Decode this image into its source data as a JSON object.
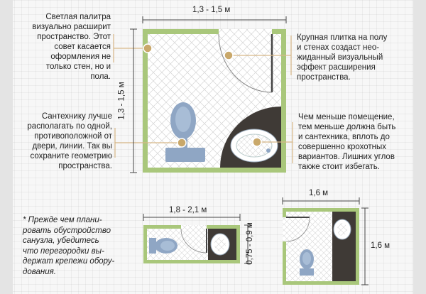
{
  "tips": {
    "palette": "Светлая палитра\nвизуально расширит\nпространство. Этот\nсовет касается\nоформления не\nтолько стен, но и\nпола.",
    "tiles": "Крупная плитка на полу\nи стенах создаст нео-\nжиданный визуальный\nэффект расширения\nпространства.",
    "fixtures": "Сантехнику лучше\nрасполагать по одной,\nпротивоположной от\nдвери, линии. Так вы\nсохраните геометрию\nпространства.",
    "smaller": "Чем меньше помещение,\nтем меньше должна быть\nи сантехника, вплоть до\nсовершенно крохотных\nвариантов. Лишних углов\nтакже стоит избегать."
  },
  "note": "* Прежде чем плани-\nровать обустройство\nсанузла, убедитесь\nчто перегородки вы-\nдержат крепежи обору-\nдования.",
  "dimensions": {
    "main_width": "1,3 - 1,5 м",
    "main_height": "1,3 - 1,5 м",
    "small_width": "1,8 - 2,1 м",
    "small_height": "0,75 - 0,9 м",
    "square_width": "1,6 м",
    "square_height": "1,6 м"
  },
  "colors": {
    "wall": "#a9c77b",
    "dark_corner": "#3f3a36",
    "fixture": "#8fa6c4",
    "marker": "#c9a86a",
    "leader": "#d8b888"
  }
}
